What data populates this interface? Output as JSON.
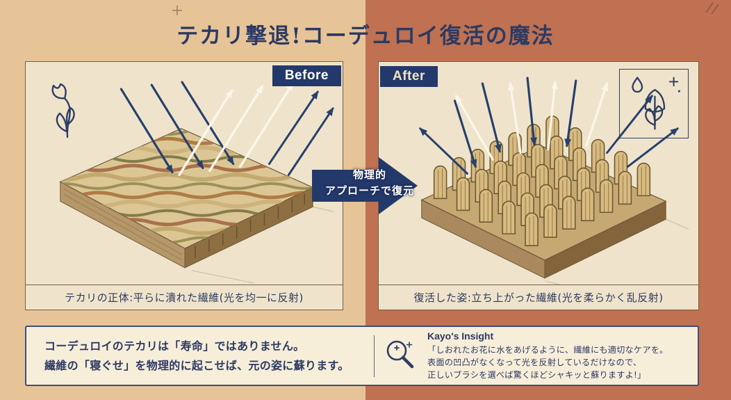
{
  "title": "テカリ撃退!コーデュロイ復活の魔法",
  "before_panel": {
    "label": "Before",
    "caption": "テカリの正体:平らに潰れた繊維(光を均一に反射)"
  },
  "after_panel": {
    "label": "After",
    "caption": "復活した姿:立ち上がった繊維(光を柔らかく乱反射)"
  },
  "transform_arrow": {
    "line1": "物理的",
    "line2": "アプローチで復元"
  },
  "summary": {
    "line1": "コーデュロイのテカリは「寿命」ではありません。",
    "line2": "繊維の「寝ぐせ」を物理的に起こせば、元の姿に蘇ります。"
  },
  "insight": {
    "title": "Kayo's Insight",
    "line1": "「しおれたお花に水をあげるように、繊維にも適切なケアを。",
    "line2": "表面の凹凸がなくなって光を反射しているだけなので、",
    "line3": "正しいブラシを選べば驚くほどシャキッと蘇りますよ!」"
  },
  "icons": {
    "before_icon": "wilted-flower",
    "after_icon": "revived-flower-with-water-drop",
    "insight_icon": "magnifying-glass"
  },
  "colors": {
    "background_left": "#e7c497",
    "background_right": "#bf7151",
    "panel_cream": "#efe4cb",
    "navy": "#24396b",
    "title_navy": "#2c3a63",
    "fabric_tan": "#dcc794"
  }
}
